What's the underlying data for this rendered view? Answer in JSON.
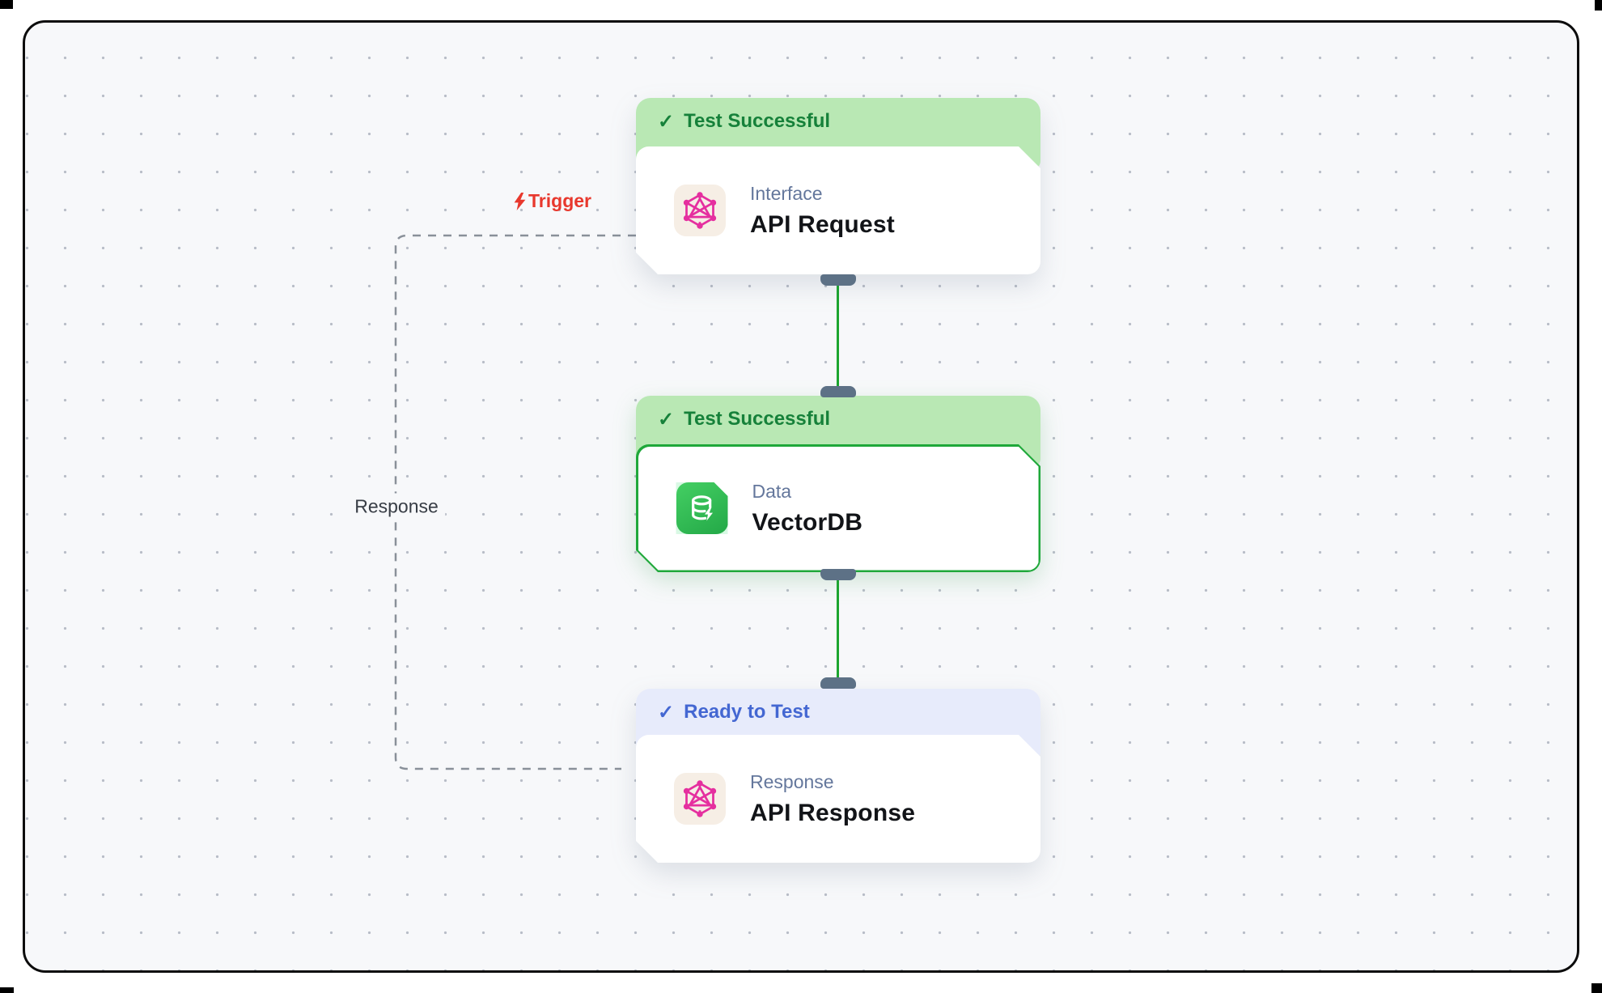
{
  "canvas": {
    "background": "#f7f8fa",
    "dot_color": "#b8bdc7",
    "border_color": "#0c0c0c"
  },
  "icons": {
    "check": "✓",
    "bolt": "lightning-bolt",
    "graphql": "graphql-logo",
    "database": "database-with-bolt"
  },
  "colors": {
    "success_header_bg": "#b9e8b4",
    "success_header_text": "#16813a",
    "ready_header_bg": "#e7ebfb",
    "ready_header_text": "#4467d2",
    "link_green": "#1ca52f",
    "handle_slate": "#5d7186",
    "trigger_red": "#e8382d",
    "graphql_pink": "#e52f9f",
    "db_icon_green": "#2db84f",
    "selected_border": "#1fa83a"
  },
  "edge_labels": {
    "trigger": "Trigger",
    "response": "Response"
  },
  "nodes": [
    {
      "id": "api-request",
      "status": "Test Successful",
      "status_type": "success",
      "category": "Interface",
      "title": "API Request",
      "icon": "graphql-icon"
    },
    {
      "id": "vectordb",
      "status": "Test Successful",
      "status_type": "success",
      "category": "Data",
      "title": "VectorDB",
      "icon": "database-icon",
      "selected": true
    },
    {
      "id": "api-response",
      "status": "Ready to Test",
      "status_type": "ready",
      "category": "Response",
      "title": "API Response",
      "icon": "graphql-icon"
    }
  ]
}
